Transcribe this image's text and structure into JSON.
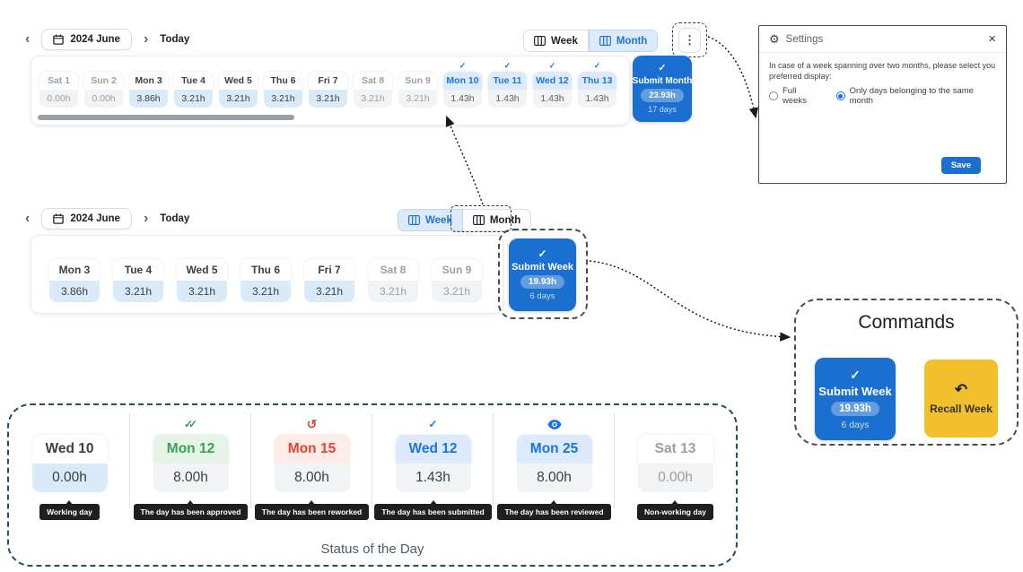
{
  "icons": {
    "chevron_left": "‹",
    "chevron_right": "›",
    "kebab": "⋮",
    "check": "✓",
    "double_check": "✓✓",
    "redo_ccw": "↺",
    "undo": "↶",
    "gear": "⚙",
    "close": "×"
  },
  "month_bar": {
    "nav": {
      "date_label": "2024 June",
      "today_label": "Today"
    },
    "view_toggle": {
      "week_label": "Week",
      "month_label": "Month",
      "selected": "Month"
    },
    "days": [
      {
        "name": "Sat 1",
        "hours": "0.00h",
        "state": "weekend"
      },
      {
        "name": "Sun 2",
        "hours": "0.00h",
        "state": "weekend"
      },
      {
        "name": "Mon 3",
        "hours": "3.86h",
        "state": "working"
      },
      {
        "name": "Tue 4",
        "hours": "3.21h",
        "state": "working"
      },
      {
        "name": "Wed 5",
        "hours": "3.21h",
        "state": "working"
      },
      {
        "name": "Thu 6",
        "hours": "3.21h",
        "state": "working"
      },
      {
        "name": "Fri 7",
        "hours": "3.21h",
        "state": "working"
      },
      {
        "name": "Sat 8",
        "hours": "3.21h",
        "state": "weekend"
      },
      {
        "name": "Sun 9",
        "hours": "3.21h",
        "state": "weekend"
      },
      {
        "name": "Mon 10",
        "hours": "1.43h",
        "state": "submitted"
      },
      {
        "name": "Tue 11",
        "hours": "1.43h",
        "state": "submitted"
      },
      {
        "name": "Wed 12",
        "hours": "1.43h",
        "state": "submitted"
      },
      {
        "name": "Thu 13",
        "hours": "1.43h",
        "state": "submitted"
      }
    ],
    "submit_button": {
      "label": "Submit Month",
      "total": "23.93h",
      "days": "17 days"
    }
  },
  "week_bar": {
    "nav": {
      "date_label": "2024 June",
      "today_label": "Today"
    },
    "view_toggle": {
      "week_label": "Week",
      "month_label": "Month",
      "selected": "Week"
    },
    "days": [
      {
        "name": "Mon 3",
        "hours": "3.86h",
        "state": "working"
      },
      {
        "name": "Tue 4",
        "hours": "3.21h",
        "state": "working"
      },
      {
        "name": "Wed 5",
        "hours": "3.21h",
        "state": "working"
      },
      {
        "name": "Thu 6",
        "hours": "3.21h",
        "state": "working"
      },
      {
        "name": "Fri 7",
        "hours": "3.21h",
        "state": "working"
      },
      {
        "name": "Sat 8",
        "hours": "3.21h",
        "state": "weekend"
      },
      {
        "name": "Sun 9",
        "hours": "3.21h",
        "state": "weekend"
      }
    ],
    "submit_button": {
      "label": "Submit Week",
      "total": "19.93h",
      "days": "6 days"
    }
  },
  "settings_popup": {
    "title": "Settings",
    "description": "In case of a week spanning over two months, please select you preferred display:",
    "options": [
      {
        "label": "Full weeks",
        "selected": false
      },
      {
        "label": "Only days belonging to the same month",
        "selected": true
      }
    ],
    "save_label": "Save"
  },
  "commands_panel": {
    "title": "Commands",
    "submit_button": {
      "label": "Submit Week",
      "total": "19.93h",
      "days": "6 days"
    },
    "recall_button": {
      "label": "Recall Week"
    }
  },
  "status_panel": {
    "caption": "Status of the Day",
    "items": [
      {
        "name": "Wed 10",
        "hours": "0.00h",
        "state": "working",
        "icon": "",
        "tooltip": "Working day"
      },
      {
        "name": "Mon 12",
        "hours": "8.00h",
        "state": "approved",
        "icon": "double_check",
        "tooltip": "The day has been approved"
      },
      {
        "name": "Mon 15",
        "hours": "8.00h",
        "state": "reworked",
        "icon": "redo_ccw",
        "tooltip": "The day has been reworked"
      },
      {
        "name": "Wed 12",
        "hours": "1.43h",
        "state": "submitted-big",
        "icon": "check",
        "tooltip": "The day has been submitted"
      },
      {
        "name": "Mon 25",
        "hours": "8.00h",
        "state": "reviewed",
        "icon": "eye",
        "tooltip": "The day has been reviewed"
      },
      {
        "name": "Sat 13",
        "hours": "0.00h",
        "state": "nonworking",
        "icon": "",
        "tooltip": "Non-working day"
      }
    ]
  },
  "colors": {
    "primary_blue": "#1a6fd0",
    "selected_toggle_bg": "#ddeafb",
    "working_hours_bg": "#d9eaf9",
    "weekend_bg": "#f1f3f4",
    "approved_green": "#34a24b",
    "approved_bg": "#e5f4e6",
    "reworked_red": "#e8432f",
    "reworked_bg": "#fdece8",
    "recall_yellow": "#f2c02c",
    "status_border": "#1d4f70",
    "tooltip_bg": "#1f1f1f"
  }
}
